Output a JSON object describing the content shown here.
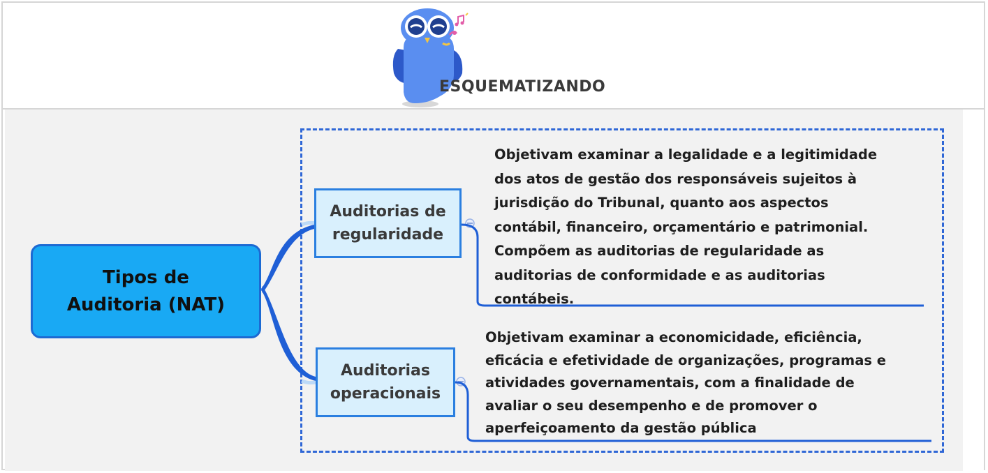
{
  "header": {
    "logo_text": "ESQUEMATIZANDO",
    "logo_icon": "owl-icon"
  },
  "diagram": {
    "root": {
      "label": "Tipos de\nAuditoria (NAT)"
    },
    "branches": [
      {
        "label": "Auditorias de\nregularidade",
        "description": "Objetivam examinar a legalidade e a legitimidade\ndos atos de gestão dos responsáveis sujeitos à\njurisdição do Tribunal, quanto aos aspectos\ncontábil, financeiro, orçamentário e patrimonial.\nCompõem as auditorias de regularidade as\nauditorias de conformidade e as auditorias\ncontábeis."
      },
      {
        "label": "Auditorias\noperacionais",
        "description": "Objetivam examinar a economicidade, eficiência,\neficácia e efetividade de organizações, programas e\natividades governamentais, com a finalidade de\navaliar o seu desempenho e de promover o\naperfeiçoamento da gestão pública"
      }
    ]
  },
  "colors": {
    "root_fill": "#19a9f4",
    "root_border": "#1c6ad3",
    "branch_fill": "#d9f0fd",
    "branch_border": "#2b7fe0",
    "connector": "#1f5fd6",
    "dashed_border": "#2f67d6",
    "canvas_bg": "#f2f2f2"
  }
}
